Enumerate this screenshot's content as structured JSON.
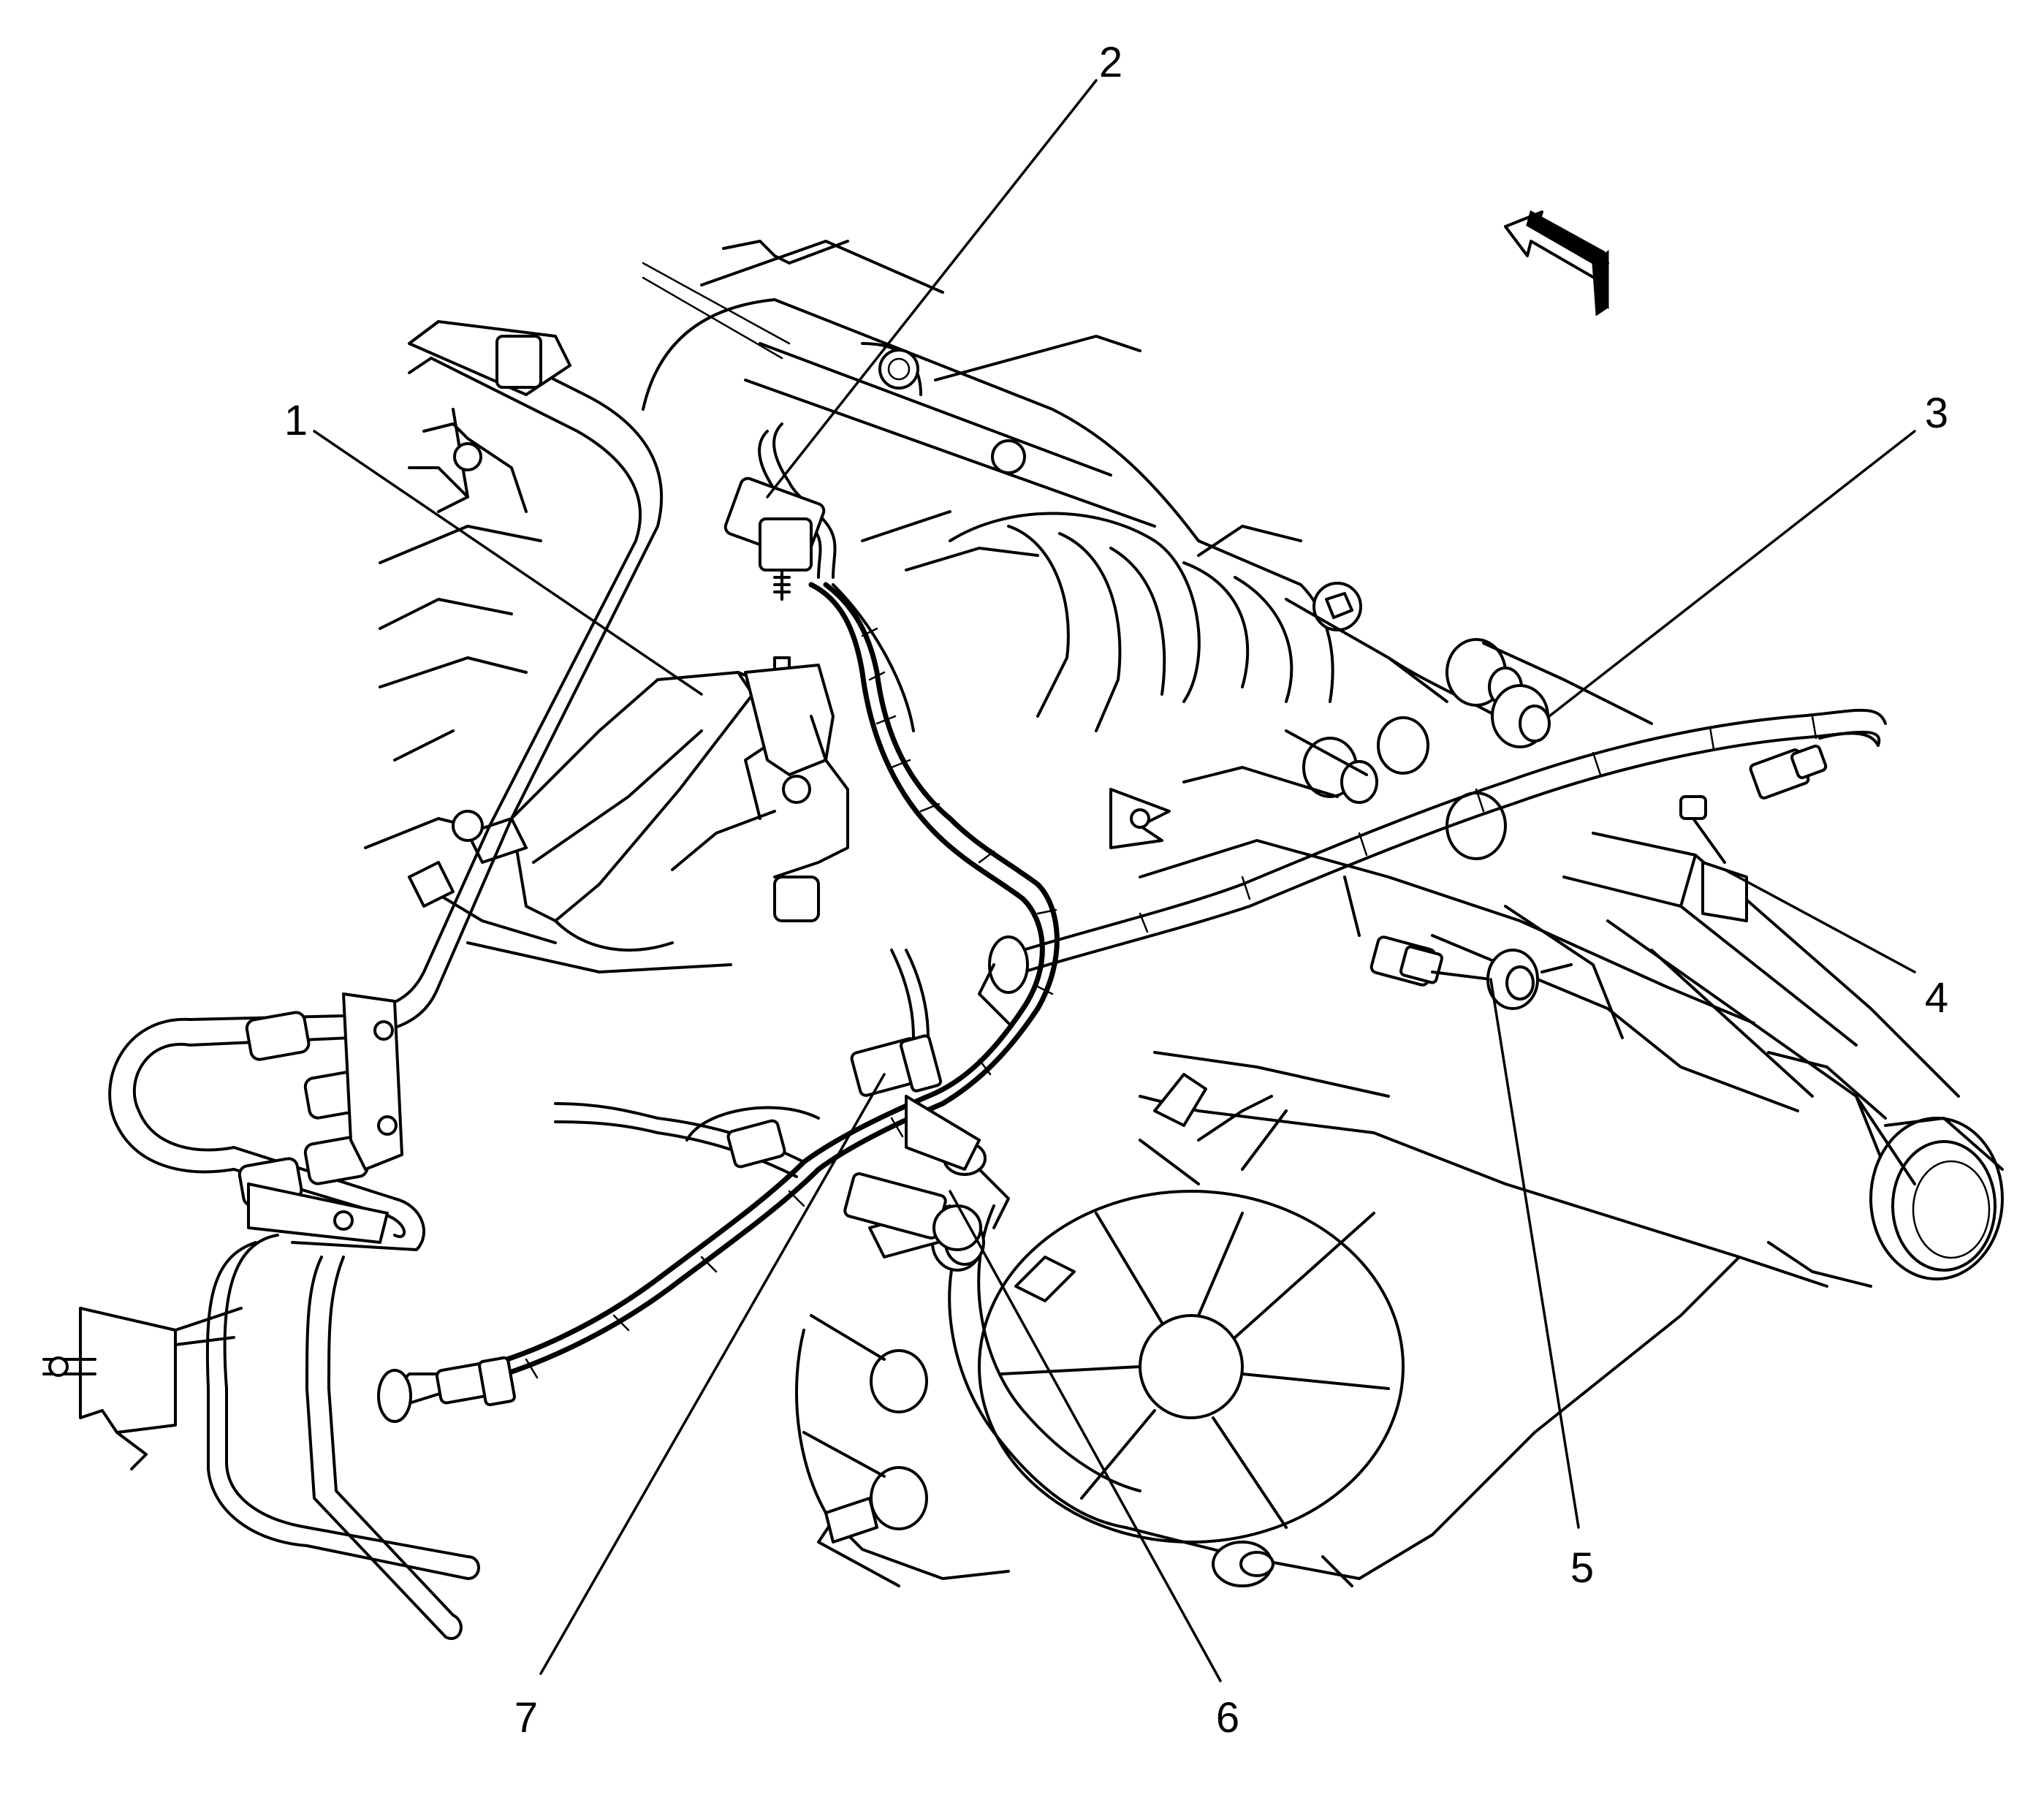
{
  "callouts": [
    {
      "id": "1",
      "label": "1"
    },
    {
      "id": "2",
      "label": "2"
    },
    {
      "id": "3",
      "label": "3"
    },
    {
      "id": "4",
      "label": "4"
    },
    {
      "id": "5",
      "label": "5"
    },
    {
      "id": "6",
      "label": "6"
    },
    {
      "id": "7",
      "label": "7"
    }
  ],
  "icons": {
    "orientation_arrow": "front-direction-arrow-icon"
  },
  "colors": {
    "line": "#000000",
    "background": "#ffffff"
  }
}
